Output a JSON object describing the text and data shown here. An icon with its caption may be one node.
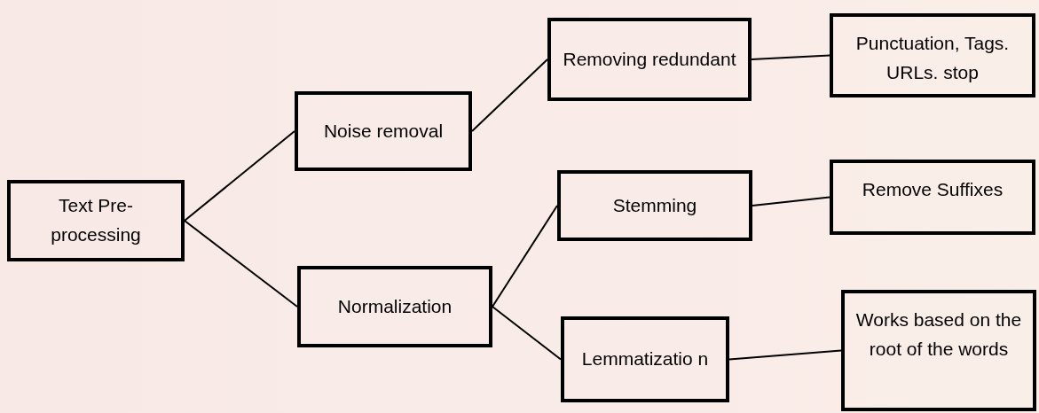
{
  "diagram": {
    "nodes": [
      {
        "text": [
          "Text Pre-processing"
        ]
      },
      {
        "text": [
          "Noise removal"
        ]
      },
      {
        "text": [
          "Normalization"
        ]
      },
      {
        "text": [
          "Removing redundant"
        ]
      },
      {
        "text": [
          "Punctuation, Tags. URLs. stop"
        ]
      },
      {
        "text": [
          "Stemming"
        ]
      },
      {
        "text": [
          "Remove Suffixes"
        ]
      },
      {
        "text": [
          "Lemmatizatio n"
        ]
      },
      {
        "text": [
          "Works based on the root of the words"
        ]
      }
    ],
    "edges": [
      {
        "from": 0,
        "to": 1,
        "arrow": "none"
      },
      {
        "from": 0,
        "to": 2,
        "arrow": "none"
      },
      {
        "from": 1,
        "to": 3,
        "arrow": "none"
      },
      {
        "from": 3,
        "to": 4,
        "arrow": "none"
      },
      {
        "from": 2,
        "to": 5,
        "arrow": "none"
      },
      {
        "from": 5,
        "to": 6,
        "arrow": "none"
      },
      {
        "from": 2,
        "to": 7,
        "arrow": "none"
      },
      {
        "from": 7,
        "to": 8,
        "arrow": "none"
      }
    ]
  }
}
